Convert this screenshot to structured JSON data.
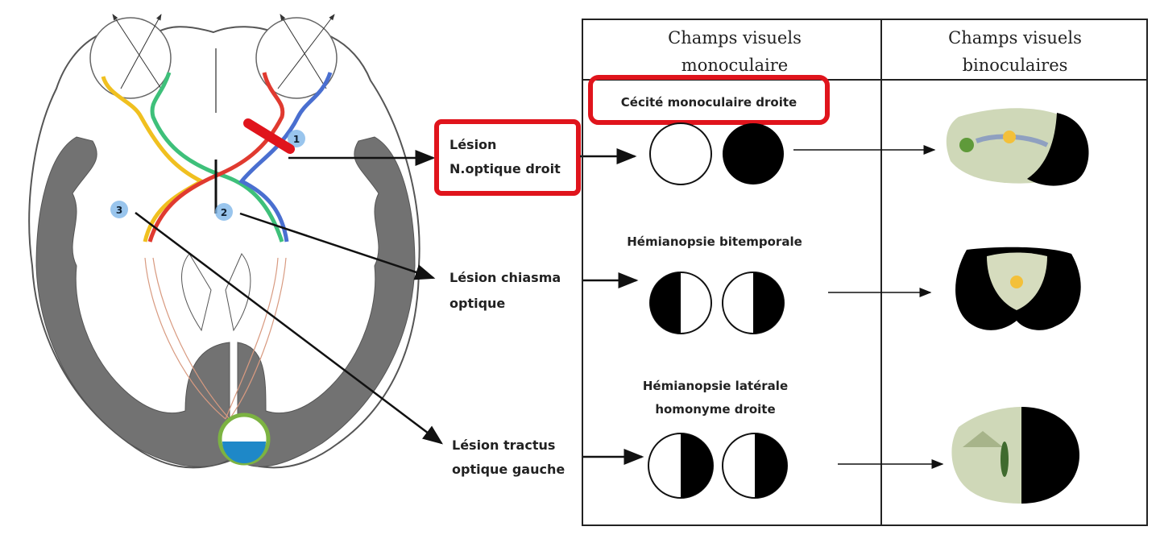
{
  "brain": {
    "markers": [
      "1",
      "2",
      "3"
    ],
    "labels": [
      {
        "line1": "Lésion",
        "line2": "N.optique droit"
      },
      {
        "line1": "Lésion chiasma",
        "line2": "optique"
      },
      {
        "line1": "Lésion tractus",
        "line2": "optique gauche"
      }
    ]
  },
  "table": {
    "headers": [
      {
        "line1": "Champs visuels",
        "line2": "monoculaire"
      },
      {
        "line1": "Champs visuels",
        "line2": "binoculaires"
      }
    ],
    "rows": [
      {
        "line1": "Cécité monoculaire droite",
        "line2": ""
      },
      {
        "line1": "Hémianopsie bitemporale",
        "line2": ""
      },
      {
        "line1": "Hémianopsie latérale",
        "line2": "homonyme droite"
      }
    ]
  },
  "colors": {
    "highlight": "#e0141c",
    "marker": "#3a8fd6",
    "cortex": "#6f6f6f"
  }
}
